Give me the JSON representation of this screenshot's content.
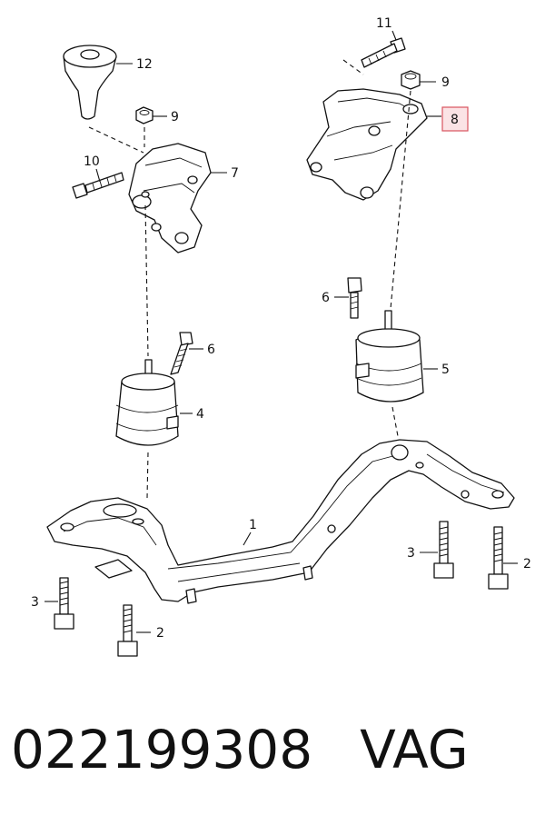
{
  "callouts": {
    "n1": "1",
    "n2a": "2",
    "n2b": "2",
    "n3a": "3",
    "n3b": "3",
    "n4": "4",
    "n5": "5",
    "n6a": "6",
    "n6b": "6",
    "n7": "7",
    "n8": "8",
    "n9a": "9",
    "n9b": "9",
    "n10": "10",
    "n11": "11",
    "n12": "12"
  },
  "highlight_color": "#d9535f",
  "caption": {
    "part_number": "022199308",
    "brand": "VAG"
  }
}
